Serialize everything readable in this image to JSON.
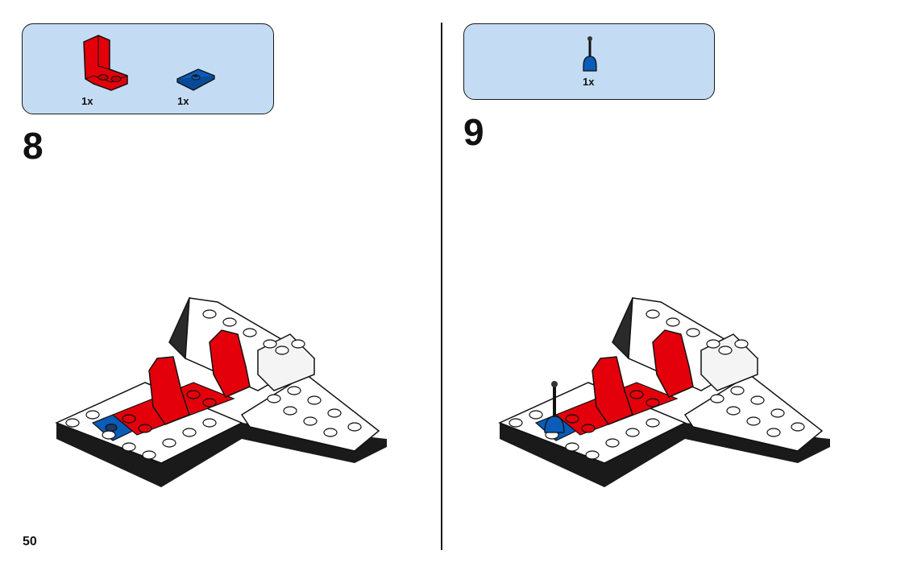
{
  "page": {
    "number": "50"
  },
  "steps": [
    {
      "number": "8",
      "parts": [
        {
          "name": "red-bracket-seat",
          "color": "#e3000b",
          "quantity": "1x"
        },
        {
          "name": "blue-jumper-plate",
          "color": "#0a5cb8",
          "quantity": "1x"
        }
      ]
    },
    {
      "number": "9",
      "parts": [
        {
          "name": "blue-control-stick",
          "color": "#0a5cb8",
          "quantity": "1x"
        }
      ]
    }
  ],
  "colors": {
    "parts_box_bg": "#c4dcf3",
    "brick_white": "#ffffff",
    "brick_red": "#e3000b",
    "brick_blue": "#0a5cb8",
    "brick_black": "#1a1a1a"
  }
}
